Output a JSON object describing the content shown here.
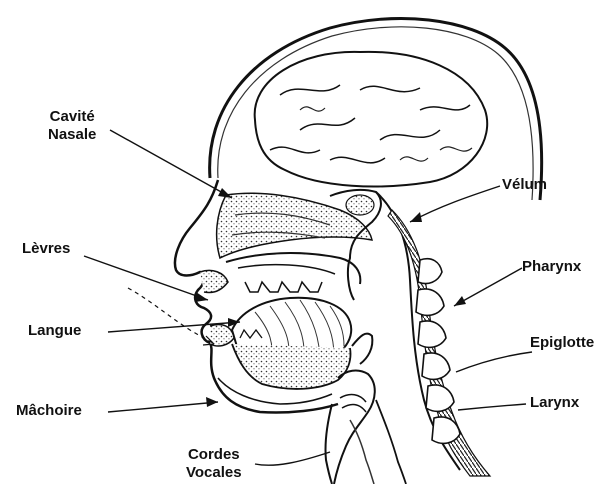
{
  "labels": {
    "cavite_nasale": [
      "Cavité",
      "Nasale"
    ],
    "levres": "Lèvres",
    "langue": "Langue",
    "machoire": "Mâchoire",
    "cordes_vocales": [
      "Cordes",
      "Vocales"
    ],
    "velum": "Vélum",
    "pharynx": "Pharynx",
    "epiglotte": "Epiglotte",
    "larynx": "Larynx"
  }
}
